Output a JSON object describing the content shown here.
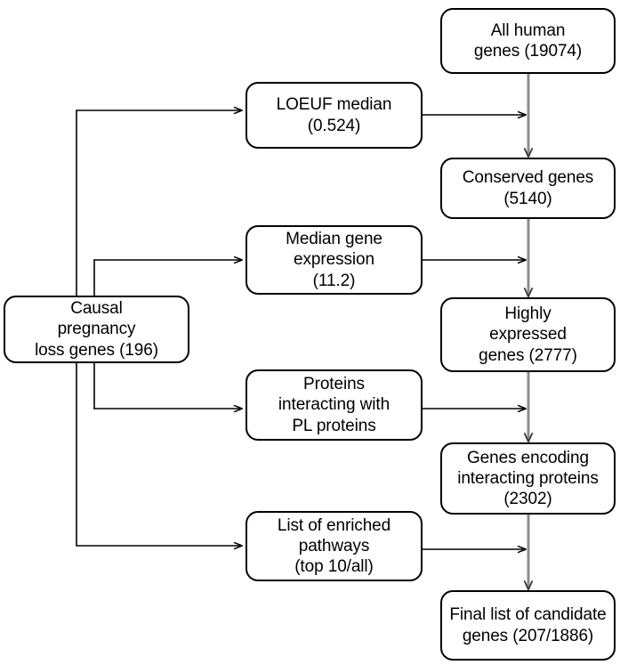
{
  "diagram": {
    "title": "Causal pregnancy loss gene candidate selection flowchart",
    "type": "flowchart",
    "background_color": "#ffffff",
    "node_border_color": "#000000",
    "edge_color_primary": "#000000",
    "edge_color_trunk": "#808080"
  },
  "source_node": {
    "id": "causal-pregnancy-loss-genes",
    "label": "Causal\npregnancy\nloss genes (196)",
    "count": "196"
  },
  "criteria_nodes": [
    {
      "id": "loeuf-median",
      "label": "LOEUF median\n(0.524)",
      "value": "0.524"
    },
    {
      "id": "median-gene-expression",
      "label": "Median gene\nexpression\n(11.2)",
      "value": "11.2"
    },
    {
      "id": "proteins-interacting-with-pl-proteins",
      "label": "Proteins\ninteracting with\nPL proteins",
      "value": ""
    },
    {
      "id": "list-of-enriched-pathways",
      "label": "List of enriched\npathways\n(top 10/all)",
      "value": "top 10/all"
    }
  ],
  "pipeline_nodes": [
    {
      "id": "all-human-genes",
      "label": "All human\ngenes (19074)",
      "count": "19074"
    },
    {
      "id": "conserved-genes",
      "label": "Conserved genes\n(5140)",
      "count": "5140"
    },
    {
      "id": "highly-expressed-genes",
      "label": "Highly\nexpressed\ngenes (2777)",
      "count": "2777"
    },
    {
      "id": "genes-encoding-interacting-proteins",
      "label": "Genes encoding\ninteracting proteins\n(2302)",
      "count": "2302"
    },
    {
      "id": "final-list-of-candidate-genes",
      "label": "Final list of candidate\ngenes (207/1886)",
      "count": "207/1886"
    }
  ]
}
